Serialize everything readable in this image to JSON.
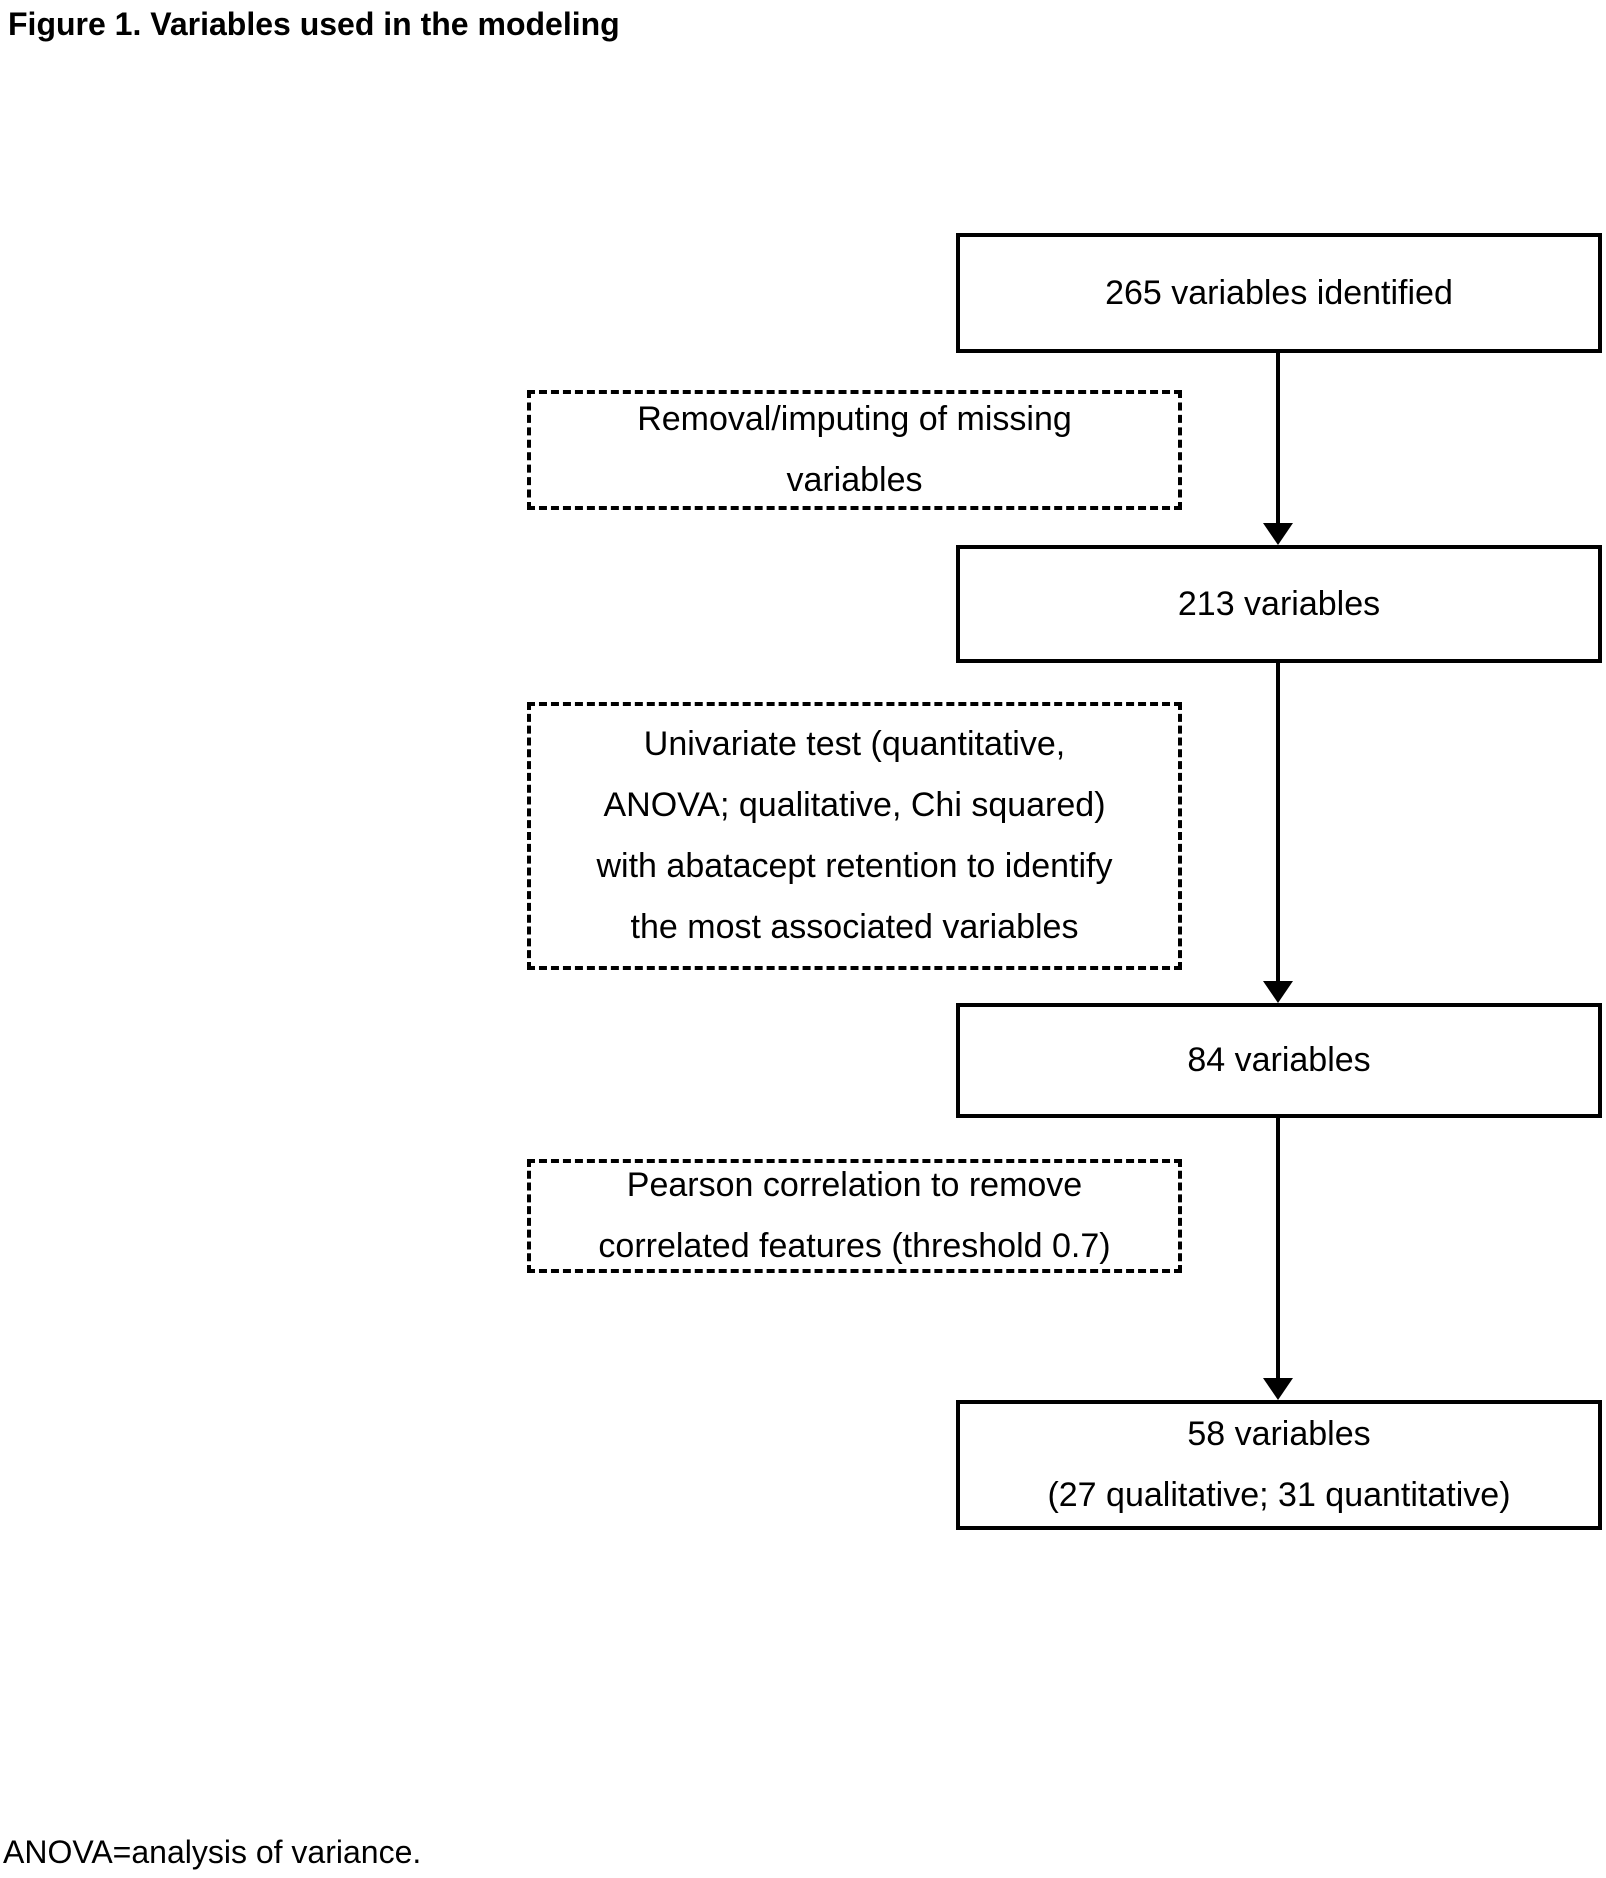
{
  "figure": {
    "title": "Figure 1. Variables used in the modeling",
    "footnote": "ANOVA=analysis of variance."
  },
  "flow": {
    "solid_boxes": [
      {
        "name": "265-variables-identified",
        "text": "265 variables identified"
      },
      {
        "name": "213-variables",
        "text": "213 variables"
      },
      {
        "name": "84-variables",
        "text": "84 variables"
      },
      {
        "name": "58-variables",
        "text": "58 variables\n(27 qualitative; 31 quantitative)"
      }
    ],
    "process_boxes": [
      {
        "name": "removal-imputing-missing",
        "text": "Removal/imputing of missing\nvariables"
      },
      {
        "name": "univariate-test",
        "text": "Univariate test (quantitative,\nANOVA; qualitative, Chi squared)\nwith abatacept retention to identify\nthe most associated variables"
      },
      {
        "name": "pearson-correlation",
        "text": "Pearson correlation to remove\ncorrelated features (threshold 0.7)"
      }
    ],
    "colors": {
      "line": "#000000",
      "text": "#000000",
      "background": "#ffffff"
    }
  }
}
